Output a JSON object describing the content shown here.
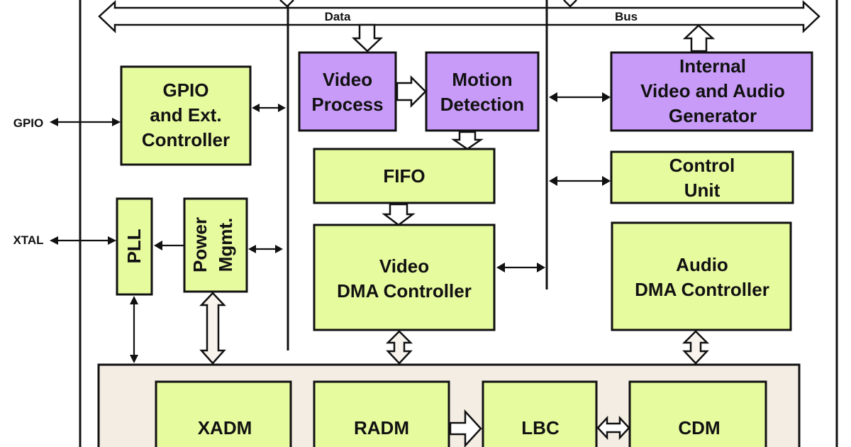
{
  "diagram": {
    "title": "",
    "bus": {
      "label_left": "Data",
      "label_right": "Bus"
    },
    "external_signals": {
      "gpio": "GPIO",
      "xtal": "XTAL"
    },
    "blocks": {
      "gpio_ctrl": {
        "lines": [
          "GPIO",
          "and Ext.",
          "Controller"
        ],
        "color": "#e6fa9e"
      },
      "pll": {
        "lines": [
          "PLL"
        ],
        "color": "#e6fa9e"
      },
      "power_mgmt": {
        "lines": [
          "Power",
          "Mgmt."
        ],
        "color": "#e6fa9e"
      },
      "video_process": {
        "lines": [
          "Video",
          "Process"
        ],
        "color": "#c79bf7"
      },
      "motion_detection": {
        "lines": [
          "Motion",
          "Detection"
        ],
        "color": "#c79bf7"
      },
      "fifo": {
        "lines": [
          "FIFO"
        ],
        "color": "#e6fa9e"
      },
      "video_dma": {
        "lines": [
          "Video",
          "DMA Controller"
        ],
        "color": "#e6fa9e"
      },
      "internal_gen": {
        "lines": [
          "Internal",
          "Video and Audio",
          "Generator"
        ],
        "color": "#c79bf7"
      },
      "control_unit": {
        "lines": [
          "Control",
          "Unit"
        ],
        "color": "#e6fa9e"
      },
      "audio_dma": {
        "lines": [
          "Audio",
          "DMA Controller"
        ],
        "color": "#e6fa9e"
      },
      "xadm": {
        "lines": [
          "XADM"
        ],
        "color": "#e6fa9e"
      },
      "radm": {
        "lines": [
          "RADM"
        ],
        "color": "#e6fa9e"
      },
      "lbc": {
        "lines": [
          "LBC"
        ],
        "color": "#e6fa9e"
      },
      "cdm": {
        "lines": [
          "CDM"
        ],
        "color": "#e6fa9e"
      }
    },
    "colors": {
      "green_block": "#e6fa9e",
      "purple_block": "#c79bf7",
      "memory_subsystem": "#f4ede3",
      "line": "#111111"
    }
  }
}
